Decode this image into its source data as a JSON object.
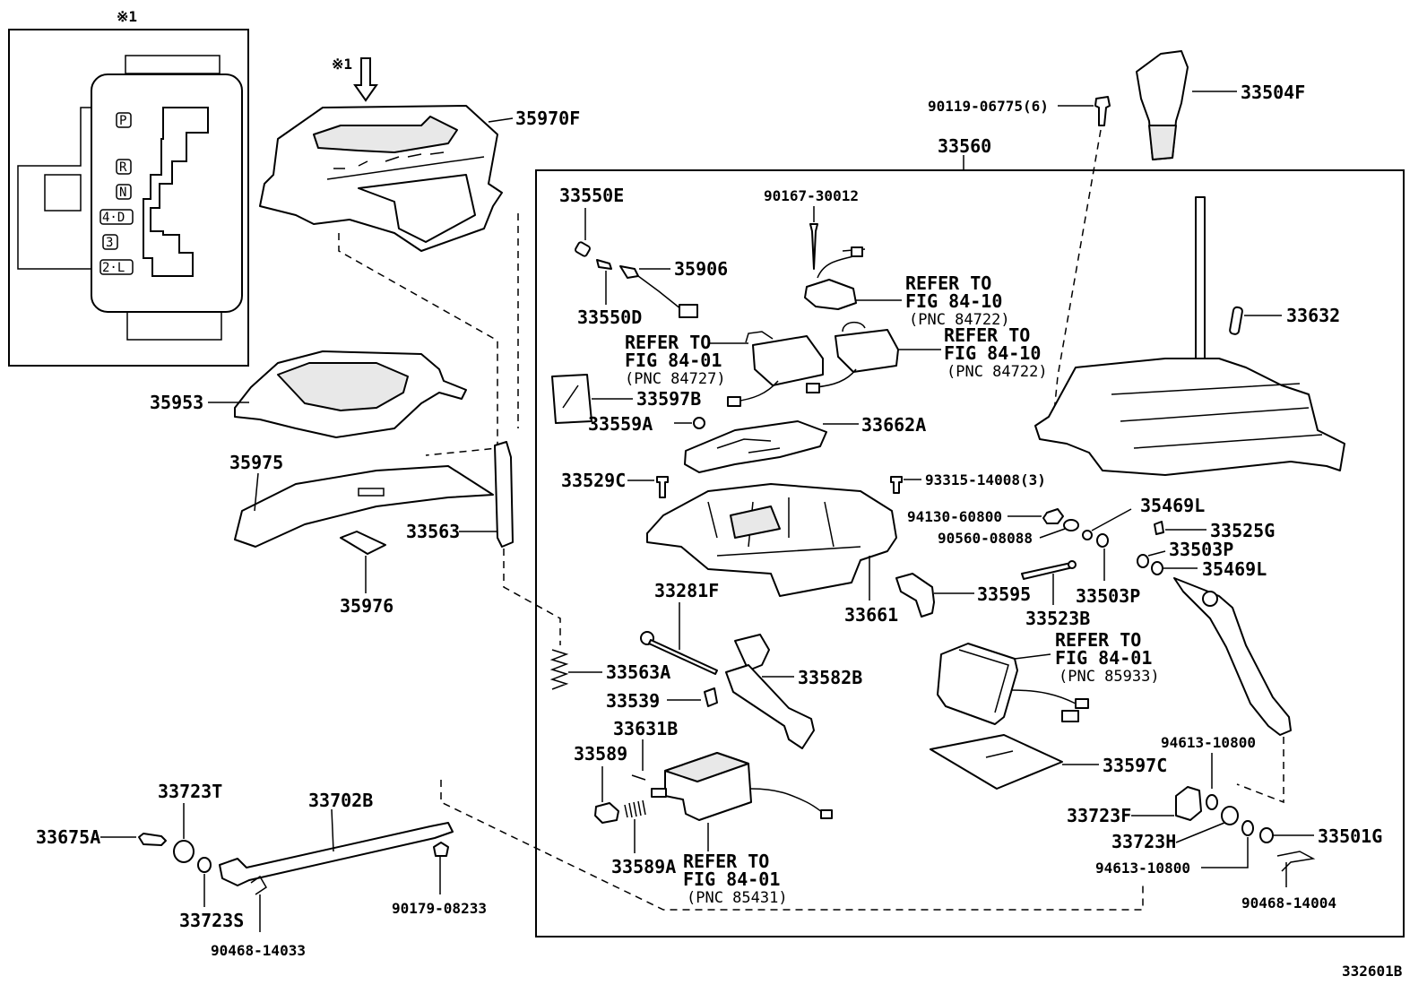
{
  "figure_id": "332601B",
  "inset": {
    "note_mark": "※1",
    "gate_positions": [
      "P",
      "R",
      "N",
      "4·D",
      "3",
      "2·L"
    ]
  },
  "view_arrow_mark": "※1",
  "group_label": "33560",
  "parts": {
    "p35970F": "35970F",
    "p35953": "35953",
    "p35975": "35975",
    "p33563": "33563",
    "p35976": "35976",
    "p33550E": "33550E",
    "p35906": "35906",
    "p33550D": "33550D",
    "p90167": "90167-30012",
    "p33597B": "33597B",
    "p33559A": "33559A",
    "p33662A": "33662A",
    "p33529C": "33529C",
    "p93315": "93315-14008(3)",
    "p94130": "94130-60800",
    "p90560": "90560-08088",
    "p35469L_a": "35469L",
    "p33525G": "33525G",
    "p33503P_a": "33503P",
    "p35469L_b": "35469L",
    "p33595": "33595",
    "p33503P_b": "33503P",
    "p33661": "33661",
    "p33523B": "33523B",
    "p33281F": "33281F",
    "p33563A": "33563A",
    "p33582B": "33582B",
    "p33539": "33539",
    "p33631B": "33631B",
    "p33589": "33589",
    "p33589A": "33589A",
    "p33597C": "33597C",
    "p94613_a": "94613-10800",
    "p33723F": "33723F",
    "p33723H": "33723H",
    "p33501G": "33501G",
    "p94613_b": "94613-10800",
    "p90468_14004": "90468-14004",
    "p90119": "90119-06775(6)",
    "p33504F": "33504F",
    "p33632": "33632",
    "p33723T": "33723T",
    "p33702B": "33702B",
    "p33675A": "33675A",
    "p33723S": "33723S",
    "p90179": "90179-08233",
    "p90468_14033": "90468-14033"
  },
  "references": {
    "ref1": {
      "line1": "REFER TO",
      "line2": "FIG 84-10",
      "line3": "(PNC 84722)"
    },
    "ref2": {
      "line1": "REFER TO",
      "line2": "FIG 84-01",
      "line3": "(PNC 84727)"
    },
    "ref3": {
      "line1": "REFER TO",
      "line2": "FIG 84-10",
      "line3": "(PNC 84722)"
    },
    "ref4": {
      "line1": "REFER TO",
      "line2": "FIG 84-01",
      "line3": "(PNC 85933)"
    },
    "ref5": {
      "line1": "REFER TO",
      "line2": "FIG 84-01",
      "line3": "(PNC 85431)"
    }
  }
}
